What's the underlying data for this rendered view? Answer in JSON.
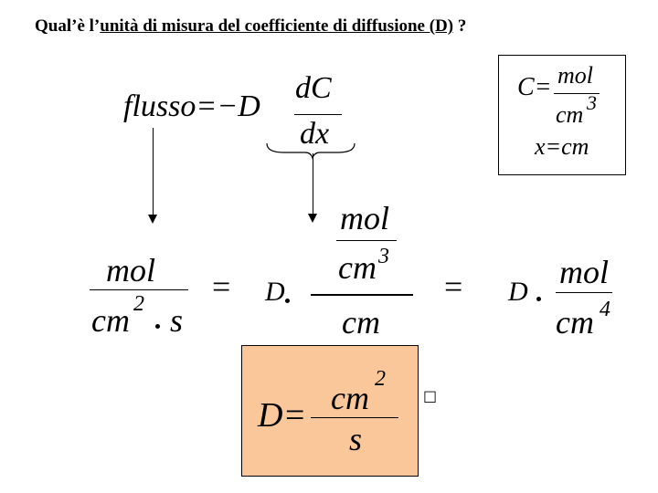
{
  "title": {
    "prefix": "Qual’è l’",
    "underlined": "unità di misura del coefficiente di diffusione (D)",
    "suffix": " ?"
  },
  "flux_eq": {
    "flusso": "flusso",
    "eq_minus": "=−",
    "D": "D",
    "dC": "dC",
    "dx": "dx"
  },
  "ref_box": {
    "C_label": "C=",
    "C_num": "mol",
    "C_den": "cm",
    "C_exp": "3",
    "x_label": "x=cm"
  },
  "units_row": {
    "left_num": "mol",
    "left_den_cm": "cm",
    "left_den_exp": "2",
    "left_den_s": "s",
    "equals1": "=",
    "D1": "D",
    "mid_num": "mol",
    "mid_cm3": "cm",
    "mid_exp3": "3",
    "mid_den": "cm",
    "equals2": "=",
    "D2": "D",
    "right_num": "mol",
    "right_den": "cm",
    "right_exp": "4"
  },
  "result": {
    "D": "D",
    "eq": "=",
    "num": "cm",
    "exp": "2",
    "den": "s"
  },
  "placeholder_glyph": "□"
}
